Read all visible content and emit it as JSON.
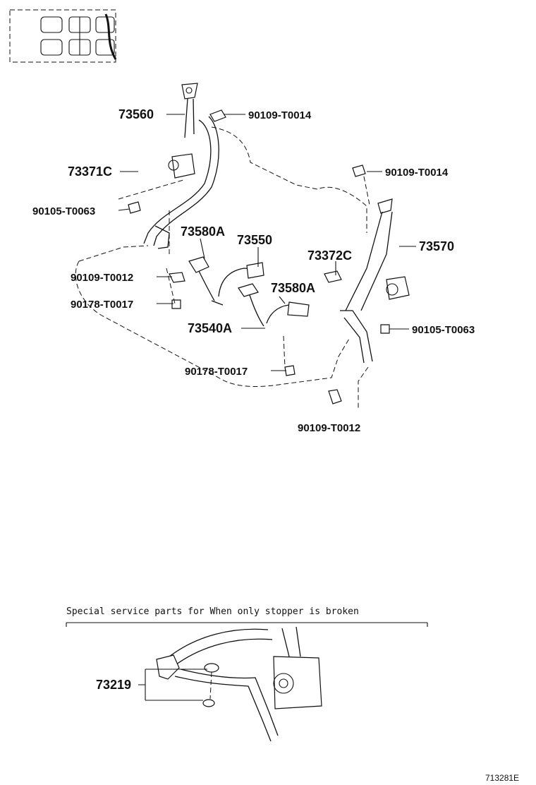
{
  "labels": {
    "p73560": "73560",
    "p90109_T0014_a": "90109-T0014",
    "p73371C": "73371C",
    "p90105_T0063_a": "90105-T0063",
    "p73580A_a": "73580A",
    "p73550": "73550",
    "p90109_T0012_a": "90109-T0012",
    "p90178_T0017_a": "90178-T0017",
    "p73580A_b": "73580A",
    "p73540A": "73540A",
    "p90178_T0017_b": "90178-T0017",
    "p90109_T0014_b": "90109-T0014",
    "p73570": "73570",
    "p73372C": "73372C",
    "p90105_T0063_b": "90105-T0063",
    "p90109_T0012_b": "90109-T0012",
    "p73219": "73219"
  },
  "note": "Special  service  parts  for  When  only  stopper  is  broken",
  "reference": "713281E"
}
